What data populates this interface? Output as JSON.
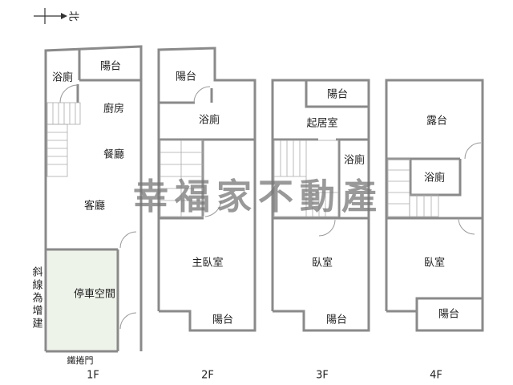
{
  "compass": {
    "label": "北"
  },
  "watermark": "幸福家不動產",
  "floors": {
    "f1": {
      "label": "1F",
      "rooms": {
        "balcony": "陽台",
        "bath": "浴廁",
        "kitchen": "廚房",
        "dining": "餐廳",
        "living": "客廳",
        "parking": "停車空間"
      },
      "note": "斜線為增建",
      "door_label": "鐵捲門",
      "addition_color": "#eef3ea"
    },
    "f2": {
      "label": "2F",
      "rooms": {
        "balcony_top": "陽台",
        "bath": "浴廁",
        "master": "主臥室",
        "balcony_bottom": "陽台"
      }
    },
    "f3": {
      "label": "3F",
      "rooms": {
        "balcony_top": "陽台",
        "living": "起居室",
        "bath": "浴廁",
        "bedroom": "臥室",
        "balcony_bottom": "陽台"
      }
    },
    "f4": {
      "label": "4F",
      "rooms": {
        "terrace": "露台",
        "bath": "浴廁",
        "bedroom": "臥室",
        "balcony": "陽台"
      }
    }
  }
}
